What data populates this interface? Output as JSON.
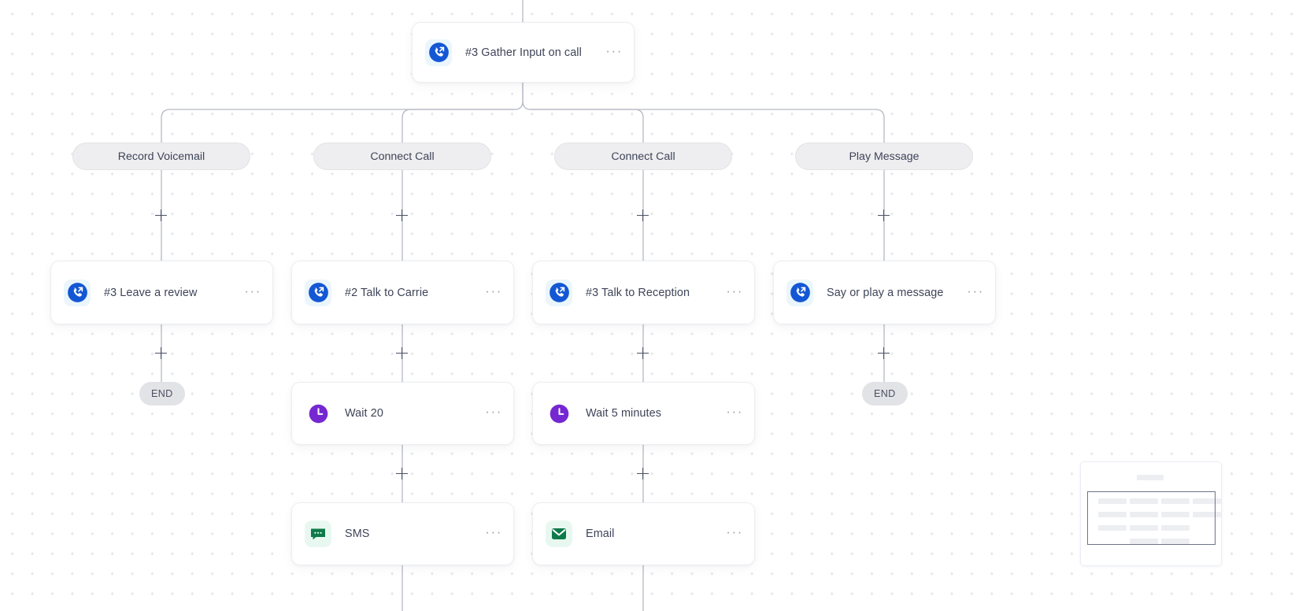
{
  "canvas": {
    "background_color": "#ffffff",
    "dot_color": "#e8e9ed",
    "edge_color": "#b6b9c4"
  },
  "root_node": {
    "label": "#3 Gather Input on call",
    "icon": "phone-forward-icon",
    "icon_color": "#1357d4",
    "menu": "···"
  },
  "branches": [
    {
      "pill_label": "Record Voicemail"
    },
    {
      "pill_label": "Connect Call"
    },
    {
      "pill_label": "Connect Call"
    },
    {
      "pill_label": "Play Message"
    }
  ],
  "columns": [
    {
      "id": "column-1",
      "nodes": [
        {
          "label": "#3 Leave a review",
          "icon": "phone-forward-icon",
          "icon_color": "#1357d4",
          "menu": "···"
        }
      ],
      "end_label": "END"
    },
    {
      "id": "column-2",
      "nodes": [
        {
          "label": "#2 Talk to Carrie",
          "icon": "phone-forward-icon",
          "icon_color": "#1357d4",
          "menu": "···"
        },
        {
          "label": "Wait 20",
          "icon": "clock-icon",
          "icon_color": "#7528d1",
          "menu": "···"
        },
        {
          "label": "SMS",
          "icon": "sms-icon",
          "icon_color": "#0e7a4a",
          "menu": "···"
        }
      ],
      "end_label": ""
    },
    {
      "id": "column-3",
      "nodes": [
        {
          "label": "#3 Talk to Reception",
          "icon": "phone-forward-icon",
          "icon_color": "#1357d4",
          "menu": "···"
        },
        {
          "label": "Wait 5 minutes",
          "icon": "clock-icon",
          "icon_color": "#7528d1",
          "menu": "···"
        },
        {
          "label": "Email",
          "icon": "email-icon",
          "icon_color": "#0e7a4a",
          "menu": "···"
        }
      ],
      "end_label": ""
    },
    {
      "id": "column-4",
      "nodes": [
        {
          "label": "Say or play a message",
          "icon": "phone-forward-icon",
          "icon_color": "#1357d4",
          "menu": "···"
        }
      ],
      "end_label": "END"
    }
  ],
  "add_buttons": {
    "symbol": "+",
    "count": 10
  },
  "minimap": {
    "present": true
  }
}
